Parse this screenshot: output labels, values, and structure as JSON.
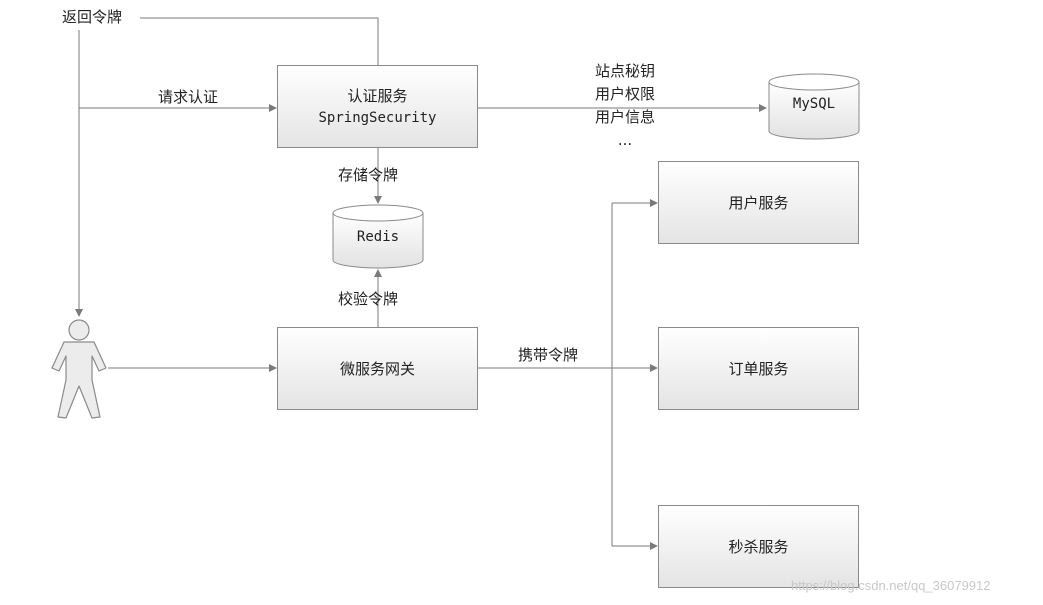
{
  "labels": {
    "return_token": "返回令牌",
    "request_auth": "请求认证",
    "store_token": "存储令牌",
    "verify_token": "校验令牌",
    "carry_token": "携带令牌",
    "site_info": [
      "站点秘钥",
      "用户权限",
      "用户信息",
      "..."
    ]
  },
  "nodes": {
    "auth_service": {
      "line1": "认证服务",
      "line2": "SpringSecurity"
    },
    "gateway": "微服务网关",
    "user_service": "用户服务",
    "order_service": "订单服务",
    "seckill_service": "秒杀服务"
  },
  "databases": {
    "mysql": "MySQL",
    "redis": "Redis"
  },
  "watermark": "https://blog.csdn.net/qq_36079912",
  "icons": {
    "user": "person-icon"
  },
  "colors": {
    "line": "#7a7a7a",
    "box_border": "#8a8a8a",
    "box_top": "#ffffff",
    "box_bottom": "#e4e4e4"
  }
}
